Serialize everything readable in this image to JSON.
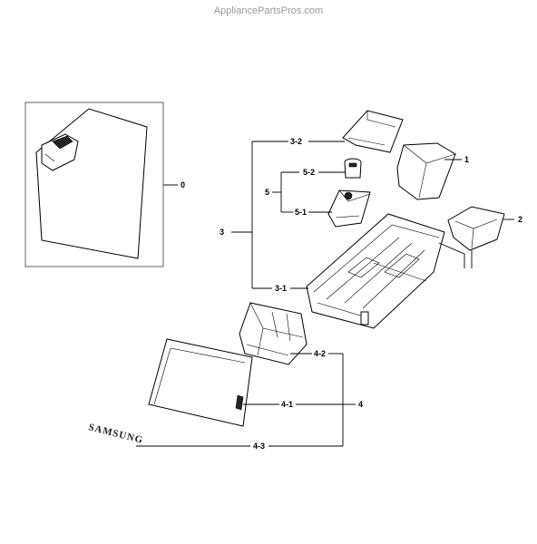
{
  "watermark": "AppliancePartsPros.com",
  "brand_logo": "SAMSUNG",
  "callouts": {
    "c0": "0",
    "c1": "1",
    "c2": "2",
    "c3": "3",
    "c3_1": "3-1",
    "c3_2": "3-2",
    "c4": "4",
    "c4_1": "4-1",
    "c4_2": "4-2",
    "c4_3": "4-3",
    "c5": "5",
    "c5_1": "5-1",
    "c5_2": "5-2"
  }
}
